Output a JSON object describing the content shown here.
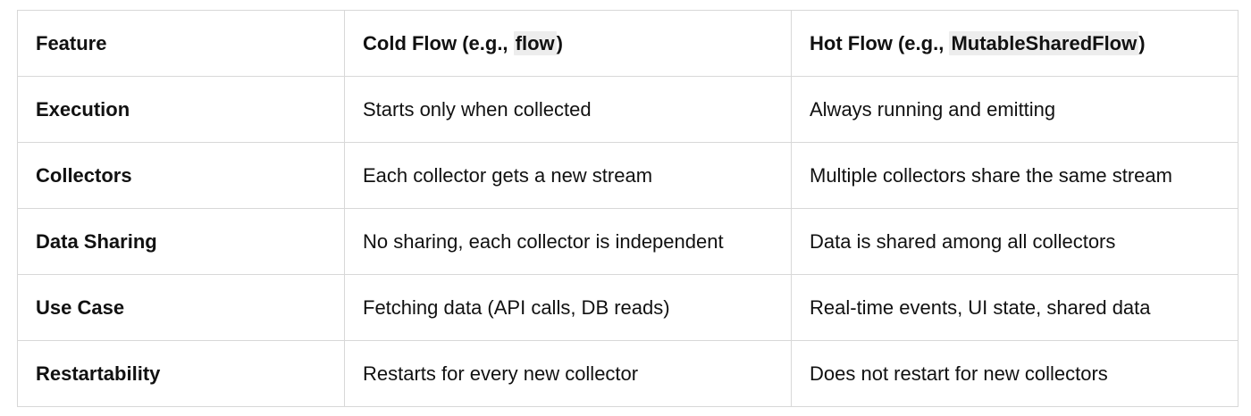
{
  "table": {
    "columns": [
      {
        "key": "feature",
        "label": "Feature"
      },
      {
        "key": "cold",
        "label_prefix": "Cold Flow (e.g., ",
        "label_code": "flow",
        "label_suffix": ")"
      },
      {
        "key": "hot",
        "label_prefix": "Hot Flow (e.g., ",
        "label_code": "MutableSharedFlow",
        "label_suffix": ")"
      }
    ],
    "rows": [
      {
        "feature": "Execution",
        "cold": "Starts only when collected",
        "hot": "Always running and emitting"
      },
      {
        "feature": "Collectors",
        "cold": "Each collector gets a new stream",
        "hot": "Multiple collectors share the same stream"
      },
      {
        "feature": "Data Sharing",
        "cold": "No sharing, each collector is independent",
        "hot": "Data is shared among all collectors"
      },
      {
        "feature": "Use Case",
        "cold": "Fetching data (API calls, DB reads)",
        "hot": "Real-time events, UI state, shared data"
      },
      {
        "feature": "Restartability",
        "cold": "Restarts for every new collector",
        "hot": "Does not restart for new collectors"
      }
    ]
  },
  "colors": {
    "border": "#d8d8d8",
    "text": "#111111",
    "code_highlight": "#ededed",
    "background": "#ffffff"
  }
}
